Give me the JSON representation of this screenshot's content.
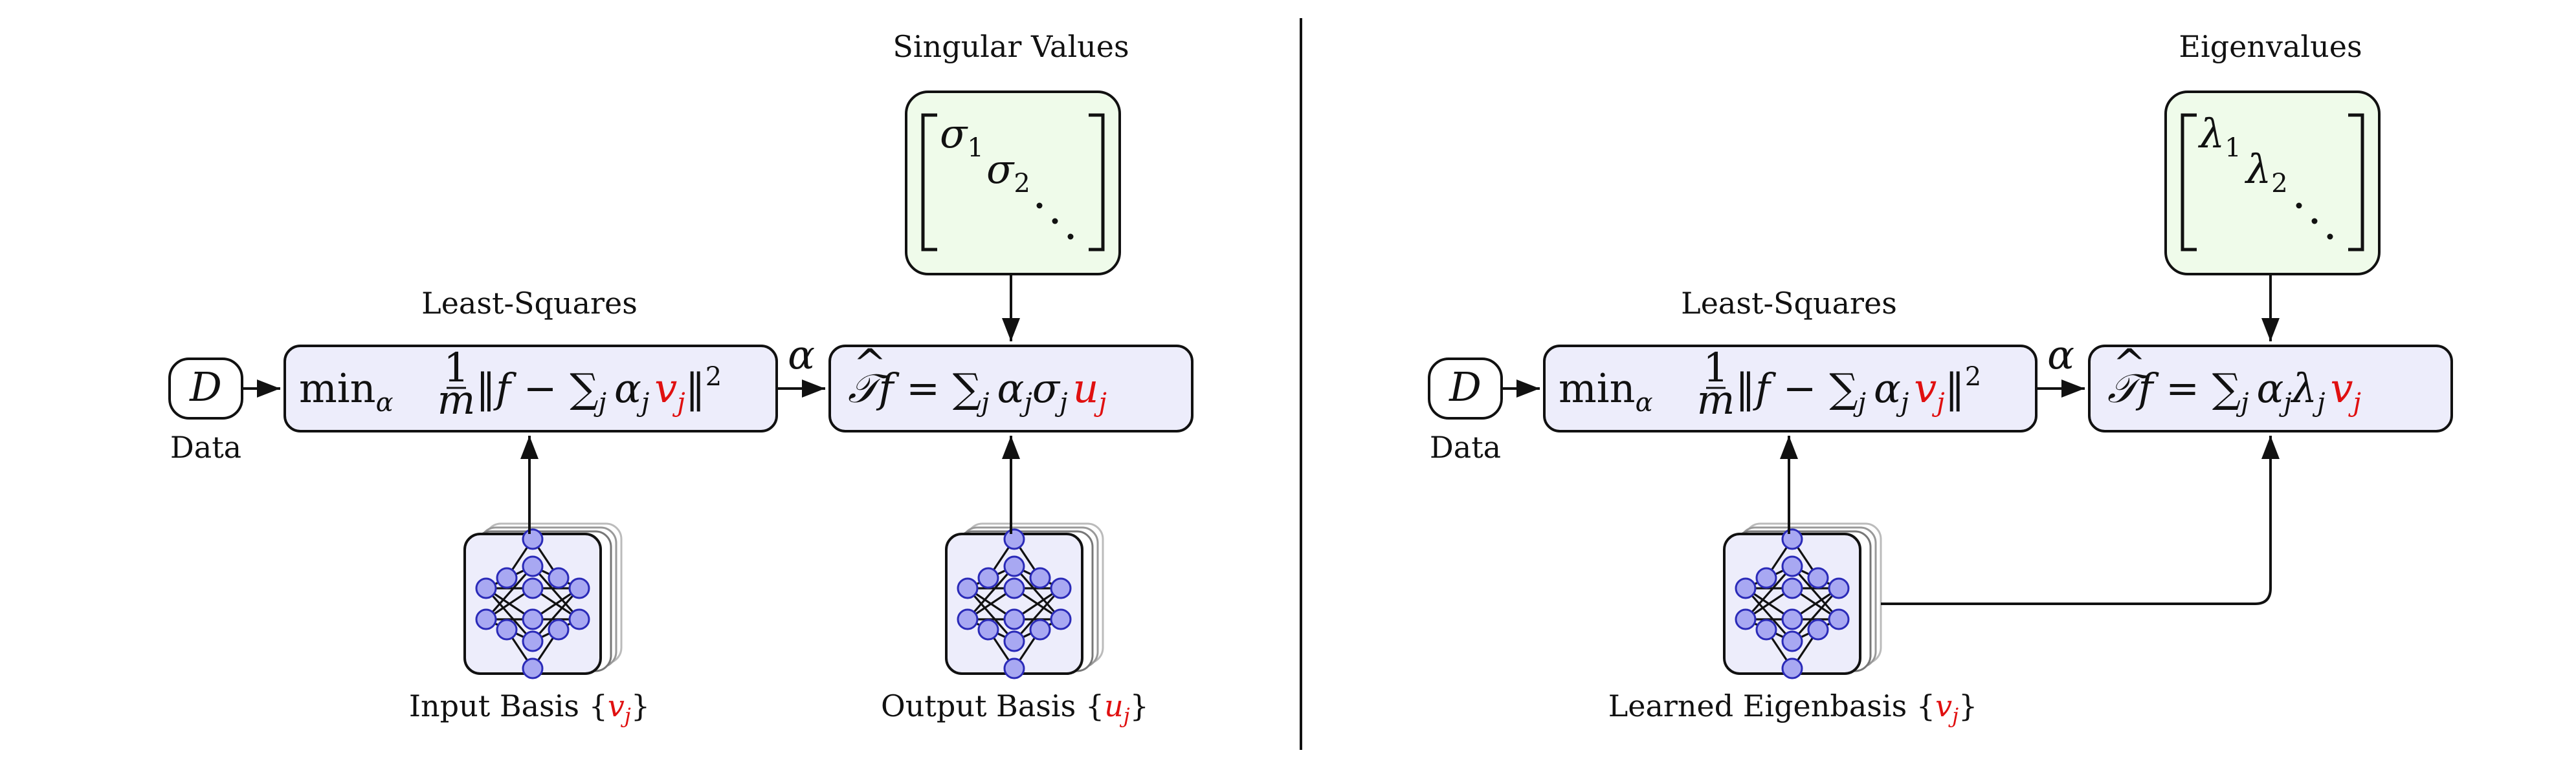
{
  "left": {
    "data_node": "D",
    "data_label": "Data",
    "lsq_title": "Least-Squares",
    "lsq_formula": {
      "min": "min",
      "sub_alpha": "α",
      "frac_num": "1",
      "frac_den": "m",
      "body_pre": "‖f − ∑",
      "sum_sub": "j",
      "alpha": "α",
      "alpha_sub": "j",
      "basis": "v",
      "basis_sub": "j",
      "body_post": "‖",
      "power": "2"
    },
    "arrow_label": "α",
    "op_formula": {
      "lhs": "𝒯",
      "lhs_post": "f = ∑",
      "sum_sub": "j",
      "alpha": "α",
      "alpha_sub": "j",
      "sigma": "σ",
      "sigma_sub": "j",
      "basis": "u",
      "basis_sub": "j"
    },
    "spectrum_title": "Singular Values",
    "spectrum_entries": [
      {
        "sym": "σ",
        "sub": "1"
      },
      {
        "sym": "σ",
        "sub": "2"
      }
    ],
    "input_basis_label": "Input Basis {",
    "input_basis_sym": "v",
    "input_basis_sub": "j",
    "output_basis_label": "Output Basis {",
    "output_basis_sym": "u",
    "output_basis_sub": "j",
    "brace_close": "}"
  },
  "right": {
    "data_node": "D",
    "data_label": "Data",
    "lsq_title": "Least-Squares",
    "lsq_formula": {
      "min": "min",
      "sub_alpha": "α",
      "frac_num": "1",
      "frac_den": "m",
      "body_pre": "‖f − ∑",
      "sum_sub": "j",
      "alpha": "α",
      "alpha_sub": "j",
      "basis": "v",
      "basis_sub": "j",
      "body_post": "‖",
      "power": "2"
    },
    "arrow_label": "α",
    "op_formula": {
      "lhs": "𝒯",
      "lhs_post": "f = ∑",
      "sum_sub": "j",
      "alpha": "α",
      "alpha_sub": "j",
      "sigma": "λ",
      "sigma_sub": "j",
      "basis": "v",
      "basis_sub": "j"
    },
    "spectrum_title": "Eigenvalues",
    "spectrum_entries": [
      {
        "sym": "λ",
        "sub": "1"
      },
      {
        "sym": "λ",
        "sub": "2"
      }
    ],
    "eigenbasis_label": "Learned Eigenbasis {",
    "eigenbasis_sym": "v",
    "eigenbasis_sub": "j",
    "brace_close": "}"
  },
  "colors": {
    "box_fill": "#ededfb",
    "spectrum_fill": "#effbea",
    "node_fill": "#a8a8f2",
    "node_stroke": "#2a2ab8",
    "highlight": "#e01010",
    "line": "#111111"
  }
}
